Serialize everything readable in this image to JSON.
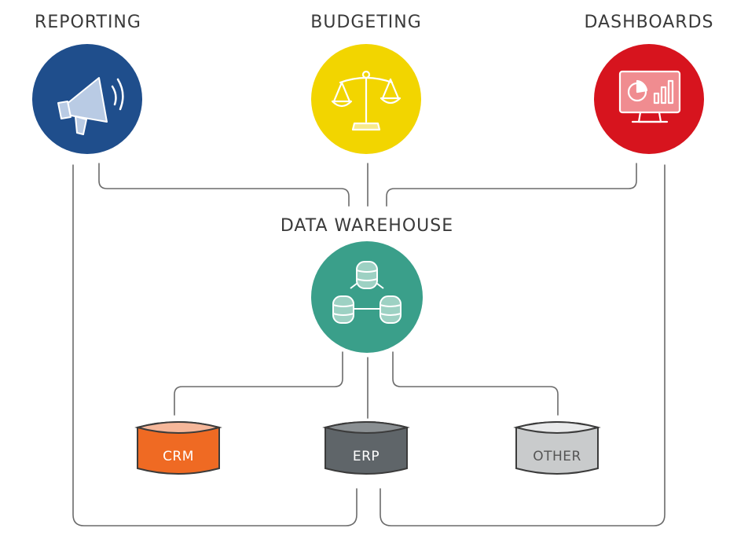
{
  "top_nodes": [
    {
      "label": "REPORTING",
      "icon": "megaphone-icon",
      "color": "#1f4e8c"
    },
    {
      "label": "BUDGETING",
      "icon": "scales-icon",
      "color": "#f2d500"
    },
    {
      "label": "DASHBOARDS",
      "icon": "monitor-chart-icon",
      "color": "#d7141e"
    }
  ],
  "center_node": {
    "label": "DATA WAREHOUSE",
    "icon": "database-network-icon",
    "color": "#3a9f8a"
  },
  "sources": [
    {
      "label": "CRM",
      "color": "#ef6a23"
    },
    {
      "label": "ERP",
      "color": "#5f6569"
    },
    {
      "label": "OTHER",
      "color": "#c9cbcc"
    }
  ]
}
